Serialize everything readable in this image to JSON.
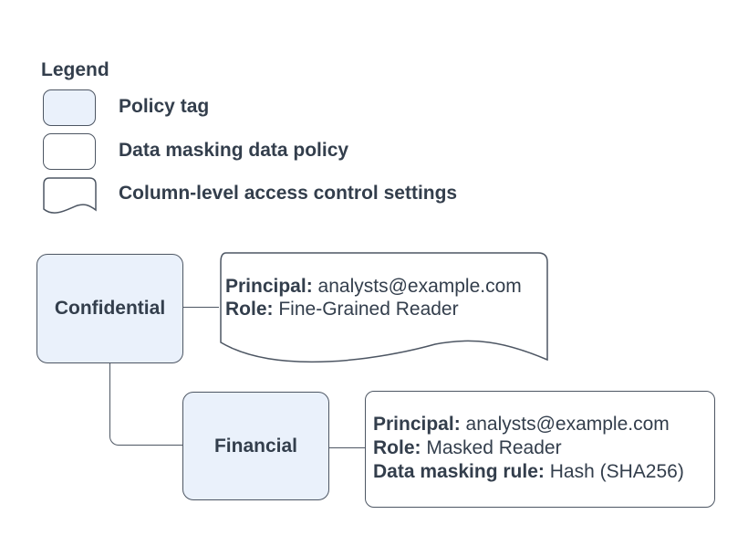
{
  "colors": {
    "policy_tag_fill": "#EAF1FB",
    "shape_stroke": "#4D5663",
    "text": "#333E4C",
    "background": "#FFFFFF"
  },
  "legend": {
    "title": "Legend",
    "items": [
      {
        "label": "Policy tag"
      },
      {
        "label": "Data masking data policy"
      },
      {
        "label": "Column-level access control settings"
      }
    ]
  },
  "diagram": {
    "policy_tags": {
      "confidential": "Confidential",
      "financial": "Financial"
    },
    "access_control": {
      "principal_label": "Principal:",
      "principal": "analysts@example.com",
      "role_label": "Role:",
      "role": "Fine-Grained Reader"
    },
    "data_policy": {
      "principal_label": "Principal:",
      "principal": "analysts@example.com",
      "role_label": "Role:",
      "role": "Masked Reader",
      "rule_label": "Data masking rule:",
      "rule": "Hash (SHA256)"
    }
  }
}
